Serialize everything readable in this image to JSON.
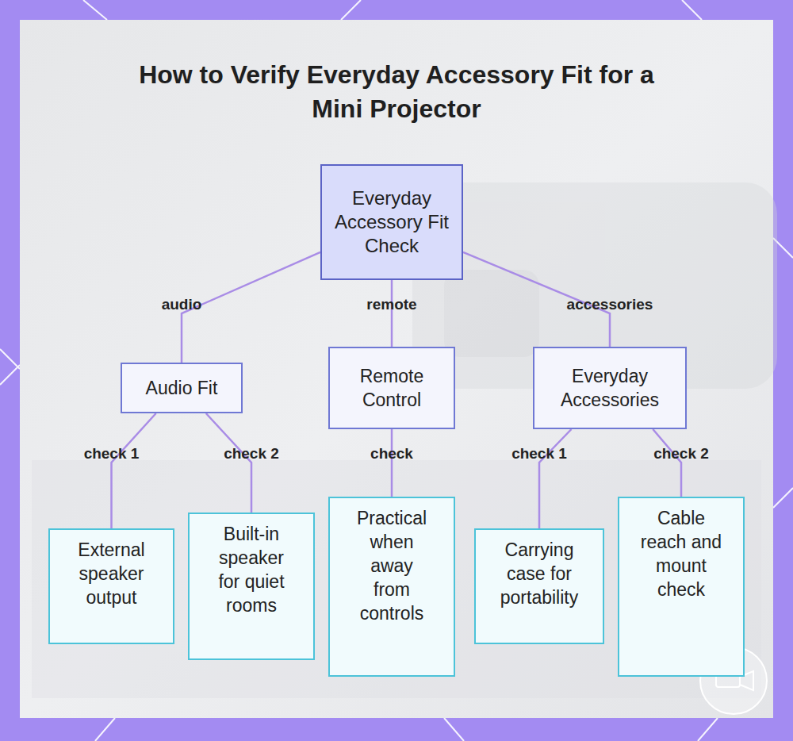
{
  "diagram": {
    "title": "How to Verify Everyday Accessory Fit for a Mini Projector",
    "nodes": [
      {
        "text": [
          "Everyday Accessory Fit Check"
        ]
      },
      {
        "text": [
          "Audio Fit"
        ]
      },
      {
        "text": [
          "Remote Control"
        ]
      },
      {
        "text": [
          "Everyday Accessories"
        ]
      },
      {
        "text": [
          "External speaker output"
        ]
      },
      {
        "text": [
          "Built-in speaker for quiet rooms"
        ]
      },
      {
        "text": [
          "Practical when away from controls"
        ]
      },
      {
        "text": [
          "Carrying case for portability"
        ]
      },
      {
        "text": [
          "Cable reach and mount check"
        ]
      }
    ],
    "edges": [
      {
        "from": 0,
        "to": 1,
        "label": "audio",
        "arrow": "none"
      },
      {
        "from": 0,
        "to": 2,
        "label": "remote",
        "arrow": "none"
      },
      {
        "from": 0,
        "to": 3,
        "label": "accessories",
        "arrow": "none"
      },
      {
        "from": 1,
        "to": 4,
        "label": "check 1",
        "arrow": "none"
      },
      {
        "from": 1,
        "to": 5,
        "label": "check 2",
        "arrow": "none"
      },
      {
        "from": 2,
        "to": 6,
        "label": "check",
        "arrow": "none"
      },
      {
        "from": 3,
        "to": 7,
        "label": "check 1",
        "arrow": "none"
      },
      {
        "from": 3,
        "to": 8,
        "label": "check 2",
        "arrow": "none"
      }
    ]
  }
}
